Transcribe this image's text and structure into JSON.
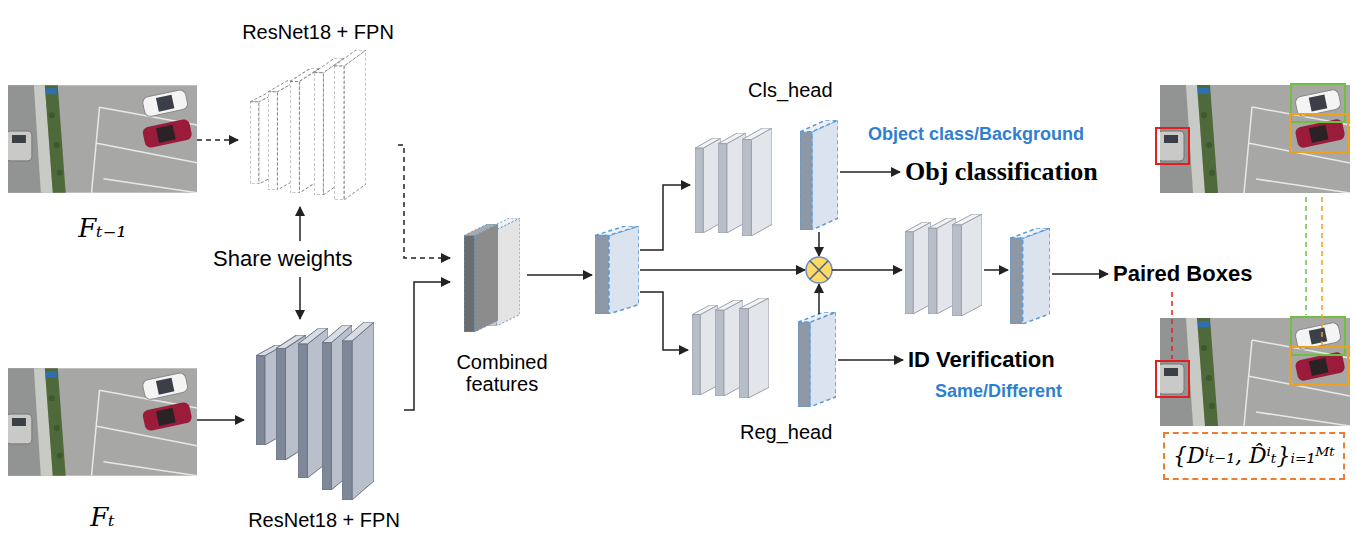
{
  "diagram": {
    "nodes": [
      {
        "text": [
          "Fₜ₋₁"
        ]
      },
      {
        "text": [
          "Fₜ"
        ]
      },
      {
        "text": [
          "ResNet18 + FPN"
        ]
      },
      {
        "text": [
          "ResNet18 + FPN"
        ]
      },
      {
        "text": [
          "Combined features"
        ]
      },
      {
        "text": [
          "Cls_head"
        ]
      },
      {
        "text": [
          "Reg_head"
        ]
      },
      {
        "text": [
          "{Dⁱₜ₋₁, D̂ⁱₜ}ᵢ₌₁ᴹᵗ"
        ]
      }
    ],
    "edges": [
      {
        "from": 0,
        "to": 2,
        "arrow": "to"
      },
      {
        "from": 1,
        "to": 3,
        "arrow": "to"
      },
      {
        "from": 2,
        "to": 4,
        "arrow": "to"
      },
      {
        "from": 3,
        "to": 4,
        "arrow": "to"
      },
      {
        "from": 4,
        "to": 5,
        "arrow": "to"
      },
      {
        "from": 4,
        "to": 6,
        "arrow": "to"
      }
    ],
    "labels": [
      "Share weights",
      "Object class/Background",
      "Obj classification",
      "ID Verification",
      "Same/Different",
      "Paired Boxes"
    ]
  }
}
